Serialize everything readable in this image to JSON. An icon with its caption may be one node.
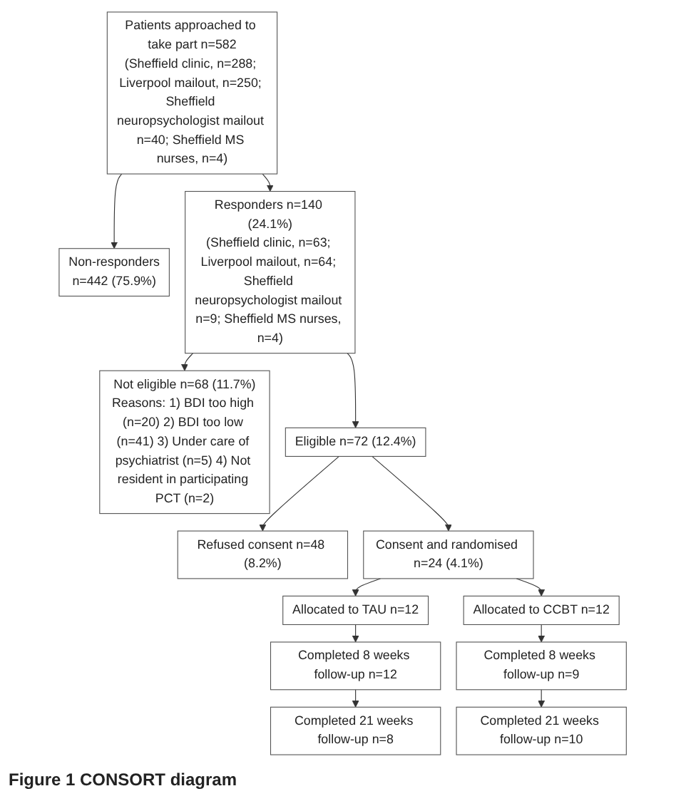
{
  "diagram": {
    "caption": "Figure 1 CONSORT diagram",
    "nodes": [
      {
        "text": [
          "Patients approached to take part n=582",
          "(Sheffield clinic, n=288; Liverpool mailout, n=250; Sheffield neuropsychologist mailout n=40; Sheffield MS nurses, n=4)"
        ]
      },
      {
        "text": [
          "Non-responders",
          "n=442 (75.9%)"
        ]
      },
      {
        "text": [
          "Responders n=140 (24.1%)",
          "(Sheffield clinic, n=63; Liverpool mailout, n=64; Sheffield neuropsychologist mailout n=9; Sheffield MS nurses, n=4)"
        ]
      },
      {
        "text": [
          "Not eligible n=68 (11.7%)",
          "Reasons: 1) BDI too high (n=20) 2) BDI too low (n=41) 3) Under care of psychiatrist (n=5) 4) Not resident in participating PCT (n=2)"
        ]
      },
      {
        "text": [
          "Eligible n=72 (12.4%)"
        ]
      },
      {
        "text": [
          "Refused consent n=48 (8.2%)"
        ]
      },
      {
        "text": [
          "Consent and randomised n=24 (4.1%)"
        ]
      },
      {
        "text": [
          "Allocated to TAU n=12"
        ]
      },
      {
        "text": [
          "Allocated to CCBT n=12"
        ]
      },
      {
        "text": [
          "Completed 8 weeks follow-up n=12"
        ]
      },
      {
        "text": [
          "Completed 8 weeks follow-up n=9"
        ]
      },
      {
        "text": [
          "Completed 21 weeks follow-up n=8"
        ]
      },
      {
        "text": [
          "Completed 21 weeks follow-up n=10"
        ]
      }
    ],
    "edges": [
      {
        "from": 0,
        "to": 1,
        "arrow": "to"
      },
      {
        "from": 0,
        "to": 2,
        "arrow": "to"
      },
      {
        "from": 2,
        "to": 3,
        "arrow": "to"
      },
      {
        "from": 2,
        "to": 4,
        "arrow": "to"
      },
      {
        "from": 4,
        "to": 5,
        "arrow": "to"
      },
      {
        "from": 4,
        "to": 6,
        "arrow": "to"
      },
      {
        "from": 6,
        "to": 7,
        "arrow": "to"
      },
      {
        "from": 6,
        "to": 8,
        "arrow": "to"
      },
      {
        "from": 7,
        "to": 9,
        "arrow": "to"
      },
      {
        "from": 8,
        "to": 10,
        "arrow": "to"
      },
      {
        "from": 9,
        "to": 11,
        "arrow": "to"
      },
      {
        "from": 10,
        "to": 12,
        "arrow": "to"
      }
    ]
  }
}
